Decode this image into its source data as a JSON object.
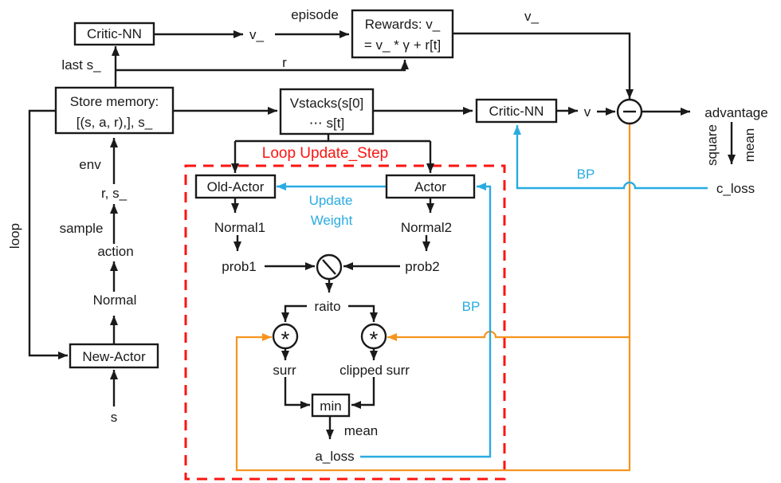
{
  "colors": {
    "line_black": "#1a1a1a",
    "accent_red": "#fb1511",
    "accent_cyan": "#29abe2",
    "accent_orange": "#f7941e"
  },
  "nodes": {
    "critic_nn_left": {
      "label": "Critic-NN"
    },
    "rewards": {
      "line1": "Rewards: v_",
      "line2": "= v_ * γ + r[t]"
    },
    "store_memory": {
      "line1": "Store memory:",
      "line2": "[(s, a, r),], s_"
    },
    "vstacks": {
      "line1": "Vstacks(s[0]",
      "line2": "⋯ s[t]"
    },
    "critic_nn_right": {
      "label": "Critic-NN"
    },
    "old_actor": {
      "label": "Old-Actor"
    },
    "actor": {
      "label": "Actor"
    },
    "min": {
      "label": "min"
    },
    "new_actor": {
      "label": "New-Actor"
    }
  },
  "labels": {
    "episode": "episode",
    "v_out": "v_",
    "v_top": "v_",
    "r": "r",
    "last_s": "last s_",
    "loop": "loop",
    "env": "env",
    "r_s": "r, s_",
    "sample": "sample",
    "action": "action",
    "normal": "Normal",
    "s": "s",
    "v": "v",
    "advantage": "advantage",
    "square": "square",
    "mean_vertical": "mean",
    "c_loss": "c_loss",
    "normal1": "Normal1",
    "normal2": "Normal2",
    "prob1": "prob1",
    "prob2": "prob2",
    "raito": "raito",
    "surr": "surr",
    "clipped_surr": "clipped surr",
    "mean": "mean",
    "a_loss": "a_loss"
  },
  "annotations": {
    "loop_update_step": "Loop Update_Step",
    "update": "Update",
    "weight": "Weight",
    "bp_critic": "BP",
    "bp_actor": "BP"
  },
  "operators": {
    "multiply": "*"
  }
}
